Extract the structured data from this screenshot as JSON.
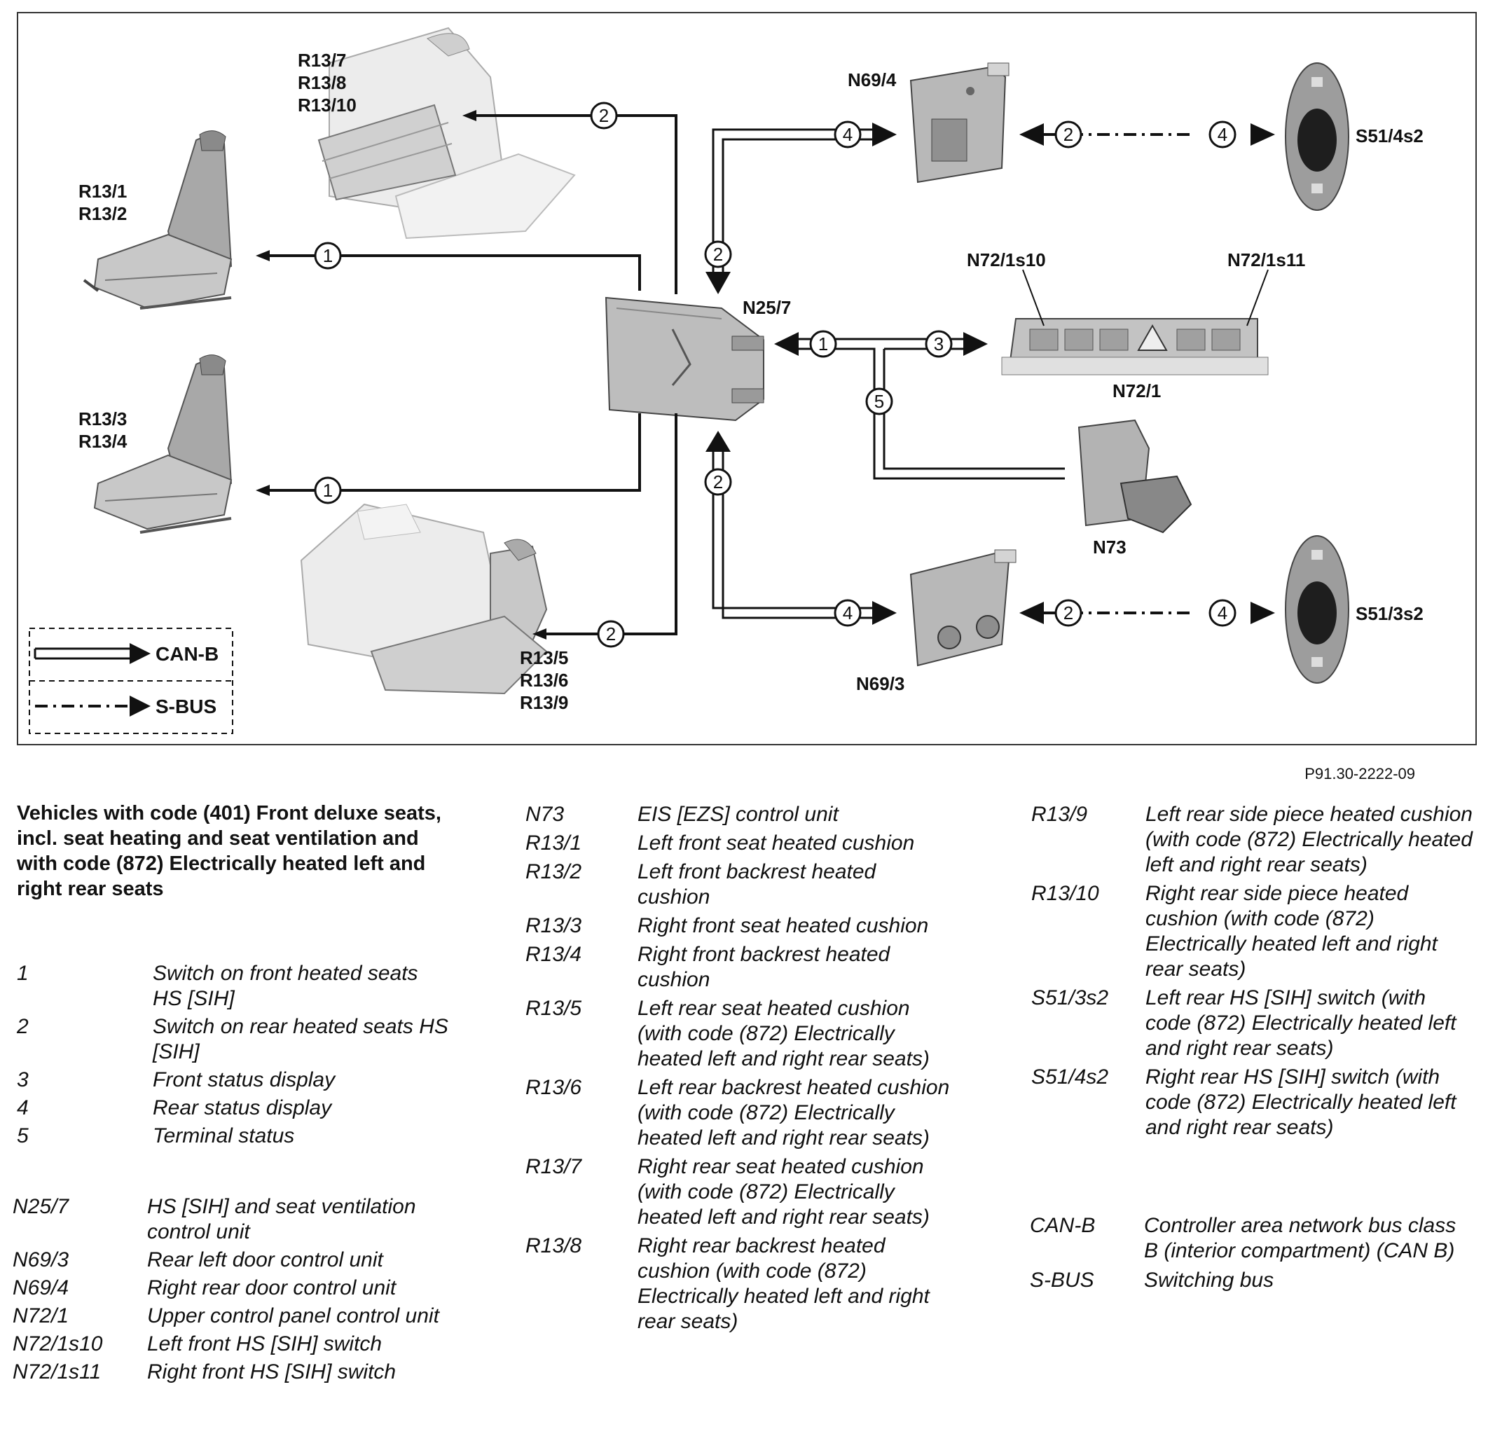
{
  "diagram": {
    "labels": {
      "r13_7_8_10": [
        "R13/7",
        "R13/8",
        "R13/10"
      ],
      "r13_1_2": [
        "R13/1",
        "R13/2"
      ],
      "r13_3_4": [
        "R13/3",
        "R13/4"
      ],
      "r13_5_6_9": [
        "R13/5",
        "R13/6",
        "R13/9"
      ],
      "n25_7": "N25/7",
      "n69_4": "N69/4",
      "n69_3": "N69/3",
      "n72_1": "N72/1",
      "n72_1s10": "N72/1s10",
      "n72_1s11": "N72/1s11",
      "n73": "N73",
      "s51_4s2": "S51/4s2",
      "s51_3s2": "S51/3s2"
    },
    "markers": {
      "front_left_upper": "1",
      "front_left_lower": "1",
      "rear_upper": "2",
      "rear_lower": "2",
      "n25_top": "2",
      "n25_bottom": "2",
      "n69_4_feed": "4",
      "n69_3_feed": "4",
      "n72_left": "1",
      "n72_right": "3",
      "n73_feed": "5",
      "sbus_top_left": "2",
      "sbus_top_right": "4",
      "sbus_bottom_left": "2",
      "sbus_bottom_right": "4"
    },
    "bus_legend": {
      "can_b": "CAN-B",
      "s_bus": "S-BUS"
    },
    "colors": {
      "line": "#111111",
      "component_fill": "#bdbdbd",
      "seat_dark": "#9a9a9a",
      "seat_light": "#e6e6e6"
    }
  },
  "reference_code": "P91.30-2222-09",
  "heading": "Vehicles with code (401) Front deluxe seats, incl. seat heating and seat ventilation and with code (872) Electrically heated left and right rear seats",
  "legend_numbers": [
    {
      "code": "1",
      "desc": "Switch on front heated seats HS [SIH]"
    },
    {
      "code": "2",
      "desc": "Switch on rear heated seats HS [SIH]"
    },
    {
      "code": "3",
      "desc": "Front status display"
    },
    {
      "code": "4",
      "desc": "Rear status display"
    },
    {
      "code": "5",
      "desc": "Terminal status"
    }
  ],
  "legend_n": [
    {
      "code": "N25/7",
      "desc": "HS [SIH] and seat ventilation control unit"
    },
    {
      "code": "N69/3",
      "desc": "Rear left door control unit"
    },
    {
      "code": "N69/4",
      "desc": "Right rear door control unit"
    },
    {
      "code": "N72/1",
      "desc": "Upper control panel control unit"
    },
    {
      "code": "N72/1s10",
      "desc": "Left front HS [SIH] switch"
    },
    {
      "code": "N72/1s11",
      "desc": "Right front HS [SIH] switch"
    }
  ],
  "legend_mid": [
    {
      "code": "N73",
      "desc": "EIS [EZS] control unit"
    },
    {
      "code": "R13/1",
      "desc": "Left front seat heated cushion"
    },
    {
      "code": "R13/2",
      "desc": "Left front backrest heated cushion"
    },
    {
      "code": "R13/3",
      "desc": "Right front seat heated cushion"
    },
    {
      "code": "R13/4",
      "desc": "Right front backrest heated cushion"
    },
    {
      "code": "R13/5",
      "desc": "Left rear seat heated cushion (with code (872) Electrically heated left and right rear seats)"
    },
    {
      "code": "R13/6",
      "desc": "Left rear backrest heated cushion (with code (872) Electrically heated left and right rear seats)"
    },
    {
      "code": "R13/7",
      "desc": "Right rear seat heated cushion (with code (872) Electrically heated left and right rear seats)"
    },
    {
      "code": "R13/8",
      "desc": "Right rear backrest heated cushion (with code (872) Electrically heated left and right rear seats)"
    }
  ],
  "legend_right": [
    {
      "code": "R13/9",
      "desc": "Left rear side piece heated cushion (with code (872) Electrically heated left and right rear seats)"
    },
    {
      "code": "R13/10",
      "desc": "Right rear side piece heated cushion (with code (872) Electrically heated left and right rear seats)"
    },
    {
      "code": "S51/3s2",
      "desc": "Left rear HS [SIH] switch (with code (872) Electrically heated left and right rear seats)"
    },
    {
      "code": "S51/4s2",
      "desc": "Right rear HS [SIH] switch (with code (872) Electrically heated left and right rear seats)"
    }
  ],
  "legend_bus": [
    {
      "code": "CAN-B",
      "desc": "Controller area network bus class B (interior compartment) (CAN B)"
    },
    {
      "code": "S-BUS",
      "desc": "Switching bus"
    }
  ]
}
